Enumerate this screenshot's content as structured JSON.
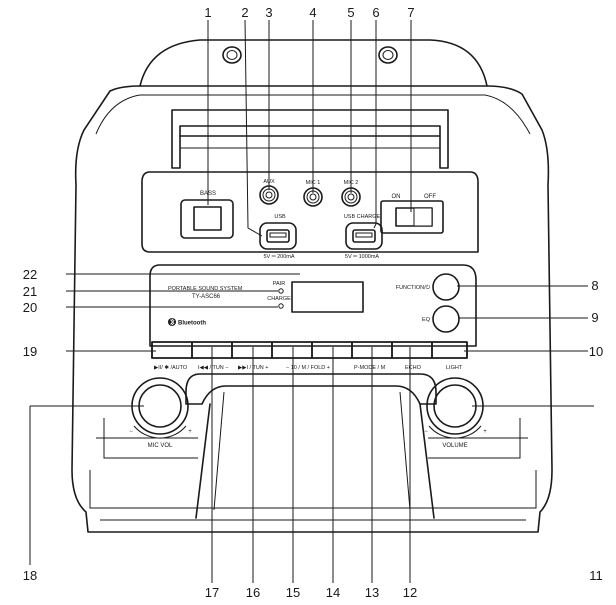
{
  "callouts": [
    "1",
    "2",
    "3",
    "4",
    "5",
    "6",
    "7",
    "8",
    "9",
    "10",
    "11",
    "12",
    "13",
    "14",
    "15",
    "16",
    "17",
    "18",
    "19",
    "20",
    "21",
    "22"
  ],
  "panel": {
    "bass": "BASS",
    "aux": "AUX",
    "mic1": "MIC 1",
    "mic2": "MIC 2",
    "usb_play": "USB",
    "usb_play_spec": "5V ═ 200mA",
    "usb_charge": "USB CHARGE",
    "usb_charge_spec": "5V ═ 1000mA",
    "on": "ON",
    "off": "OFF",
    "system_name": "PORTABLE SOUND SYSTEM",
    "model": "TY-ASC66",
    "pair": "PAIR",
    "charge": "CHARGE",
    "bluetooth": "Bluetooth",
    "function": "FUNCTION/⏻",
    "eq": "EQ",
    "btn_labels": [
      "▶II/ ✱ /AUTO",
      "I◀◀ / TUN −",
      "▶▶I / TUN +",
      "− 10 / M / FOLD +",
      "P-MODE / M",
      "ECHO",
      "LIGHT"
    ],
    "mic_vol": "MIC VOL",
    "volume": "VOLUME",
    "minus": "−",
    "plus": "+"
  }
}
